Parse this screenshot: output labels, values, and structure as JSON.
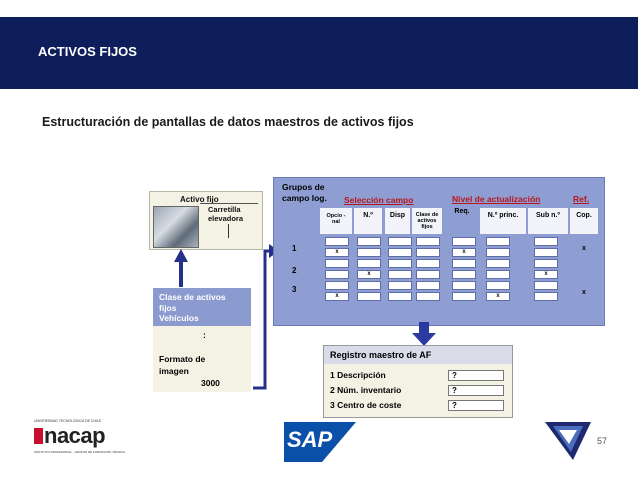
{
  "header": {
    "title": "ACTIVOS FIJOS"
  },
  "subtitle": "Estructuración de pantallas de datos maestros de activos fijos",
  "card": {
    "caption": "Activo fijo",
    "label_line1": "Carretilla",
    "label_line2": "elevadora"
  },
  "lower_card": {
    "line1": "Clase de activos",
    "line2": "fijos",
    "line3": "Vehículos",
    "colon": ":",
    "format1": "Formato de",
    "format2": "imagen",
    "number": "3000"
  },
  "panel": {
    "groups1": "Grupos de",
    "groups2": "campo log.",
    "selection": "Selección campo",
    "level": "Nivel de actualización",
    "ref": "Ref.",
    "columns": [
      {
        "l1": "Opcio -",
        "l2": "nal",
        "l3": ""
      },
      {
        "l1": "N.º",
        "l2": "",
        "l3": ""
      },
      {
        "l1": "Disp",
        "l2": "",
        "l3": ""
      },
      {
        "l1": "Clase de",
        "l2": "activos",
        "l3": "fijos"
      },
      {
        "l1": "Req.",
        "l2": "",
        "l3": ""
      },
      {
        "l1": "N.º princ.",
        "l2": "",
        "l3": ""
      },
      {
        "l1": "Sub n.º",
        "l2": "",
        "l3": ""
      },
      {
        "l1": "Cop.",
        "l2": "",
        "l3": ""
      }
    ],
    "rows": [
      "1",
      "2",
      "3"
    ],
    "mark": "x"
  },
  "af": {
    "title": "Registro maestro de AF",
    "rows": [
      {
        "label": "1 Descripción",
        "value": "?"
      },
      {
        "label": "2 Núm. inventario",
        "value": "?"
      },
      {
        "label": "3 Centro de coste",
        "value": "?"
      }
    ]
  },
  "footer": {
    "inacap_top": "UNIVERSIDAD TECNOLÓGICA DE CHILE",
    "inacap": "nacap",
    "inacap_bottom": "INSTITUTO PROFESIONAL · CENTRO DE FORMACIÓN TÉCNICA",
    "sap": "SAP",
    "page": "57"
  },
  "colors": {
    "header": "#0e1e5b",
    "panel": "#8e9ed2",
    "accent_red": "#b8161d",
    "inacap_red": "#c8102e",
    "sap_blue": "#0a4fa8"
  }
}
